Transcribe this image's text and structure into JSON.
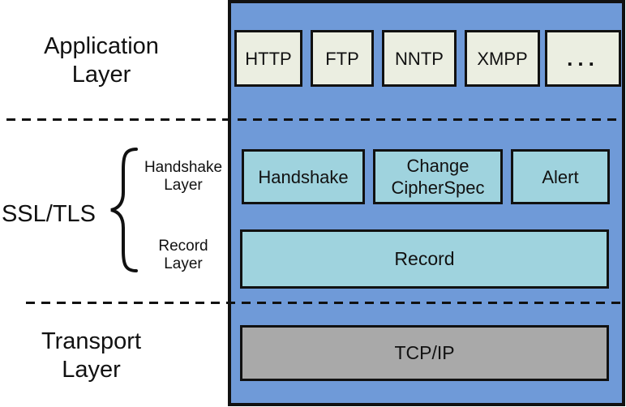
{
  "left_labels": {
    "application": {
      "line1": "Application",
      "line2": "Layer"
    },
    "ssl_tls": "SSL/TLS",
    "handshake_layer": {
      "line1": "Handshake",
      "line2": "Layer"
    },
    "record_layer": {
      "line1": "Record",
      "line2": "Layer"
    },
    "transport": {
      "line1": "Transport",
      "line2": "Layer"
    }
  },
  "stack": {
    "application_protocols": [
      "HTTP",
      "FTP",
      "NNTP",
      "XMPP",
      "..."
    ],
    "handshake_boxes": [
      "Handshake",
      "Change CipherSpec",
      "Alert"
    ],
    "record_box": "Record",
    "transport_box": "TCP/IP"
  },
  "colors": {
    "container_fill": "#6f9ad8",
    "application_box_fill": "#ebeee1",
    "tls_box_fill": "#9fd3de",
    "transport_box_fill": "#a9a9a9",
    "border": "#111111",
    "background": "#ffffff"
  }
}
